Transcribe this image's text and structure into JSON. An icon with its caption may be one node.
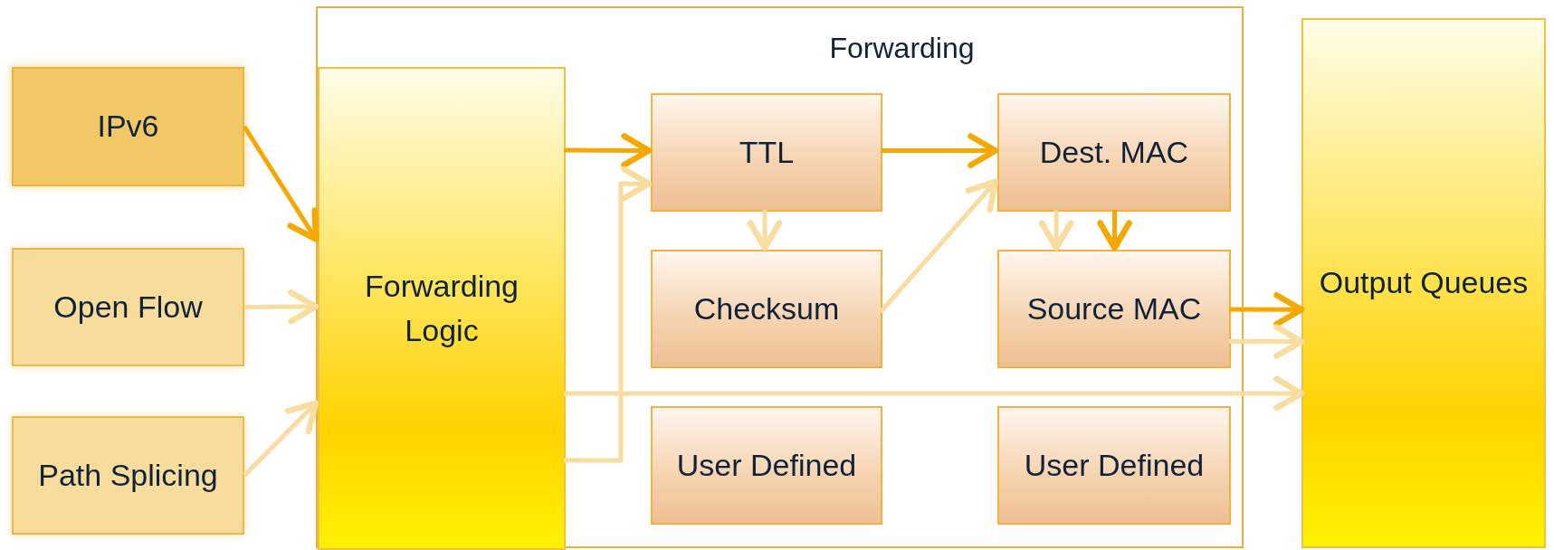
{
  "diagram": {
    "nodes": [
      {
        "text": [
          "Forwarding"
        ]
      },
      {
        "text": [
          "IPv6"
        ]
      },
      {
        "text": [
          "Open Flow"
        ]
      },
      {
        "text": [
          "Path Splicing"
        ]
      },
      {
        "text": [
          "Forwarding Logic"
        ],
        "in": 0
      },
      {
        "text": [
          "TTL"
        ],
        "in": 0
      },
      {
        "text": [
          "Checksum"
        ],
        "in": 0
      },
      {
        "text": [
          "User Defined"
        ],
        "in": 0
      },
      {
        "text": [
          "Dest. MAC"
        ],
        "in": 0
      },
      {
        "text": [
          "Source MAC"
        ],
        "in": 0
      },
      {
        "text": [
          "User Defined"
        ],
        "in": 0
      },
      {
        "text": [
          "Output Queues"
        ]
      }
    ],
    "edges": [
      {
        "from": 1,
        "to": 4,
        "arrow": "to",
        "color": "#f5a800"
      },
      {
        "from": 2,
        "to": 4,
        "arrow": "to"
      },
      {
        "from": 3,
        "to": 4,
        "arrow": "to"
      },
      {
        "from": 4,
        "to": 5,
        "arrow": "to",
        "color": "#f5a800"
      },
      {
        "from": 4,
        "to": 5,
        "arrow": "to"
      },
      {
        "from": 5,
        "to": 8,
        "arrow": "to",
        "color": "#f5a800"
      },
      {
        "from": 5,
        "to": 6,
        "arrow": "to"
      },
      {
        "from": 6,
        "to": 8,
        "arrow": "to"
      },
      {
        "from": 8,
        "to": 9,
        "arrow": "to"
      },
      {
        "from": 8,
        "to": 9,
        "arrow": "to",
        "color": "#f5a800"
      },
      {
        "from": 9,
        "to": 11,
        "arrow": "to",
        "color": "#f5a800"
      },
      {
        "from": 9,
        "to": 11,
        "arrow": "to"
      },
      {
        "from": 4,
        "to": 11,
        "arrow": "to"
      }
    ]
  }
}
